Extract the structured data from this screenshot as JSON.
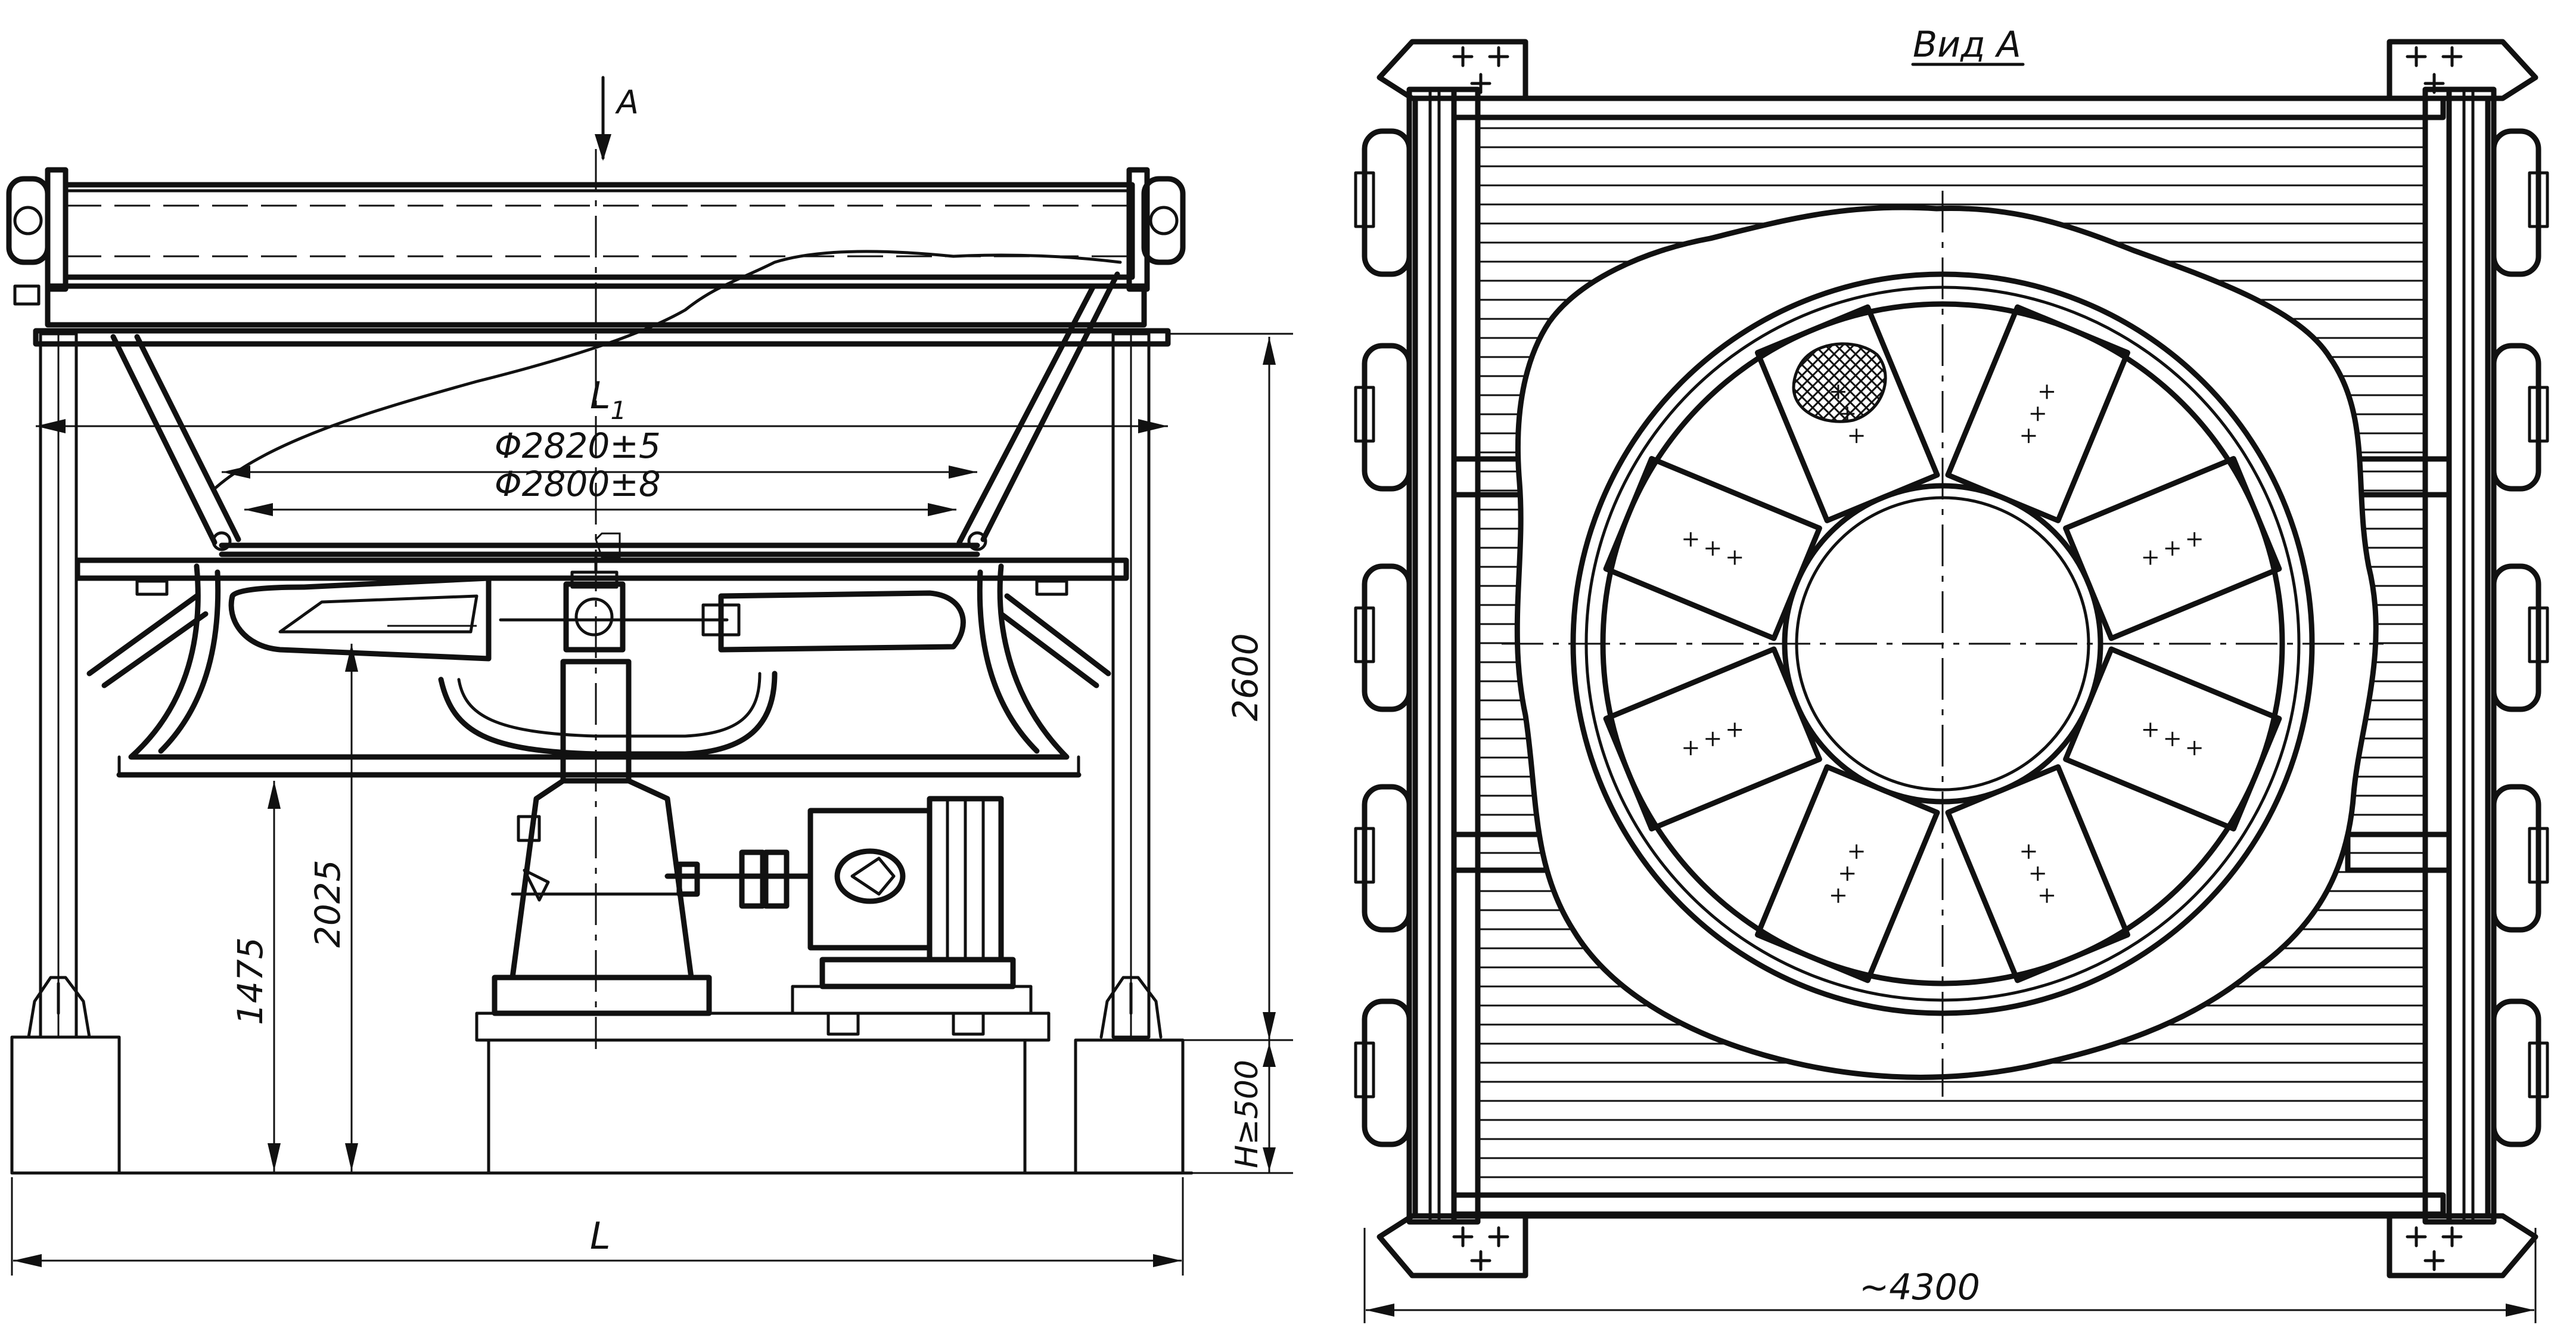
{
  "colors": {
    "ink": "#111111",
    "paper": "#ffffff"
  },
  "side_view": {
    "view_marker": "A",
    "labels": {
      "l1": "L",
      "l1_sub": "1",
      "d_outer": "Φ2820±5",
      "d_inner": "Φ2800±8",
      "h_total": "2600",
      "h_bowl": "2025",
      "h_rim": "1475",
      "h_found": "H≥500",
      "length": "L"
    }
  },
  "plan_view": {
    "title": "Вид А",
    "width": "~4300"
  }
}
